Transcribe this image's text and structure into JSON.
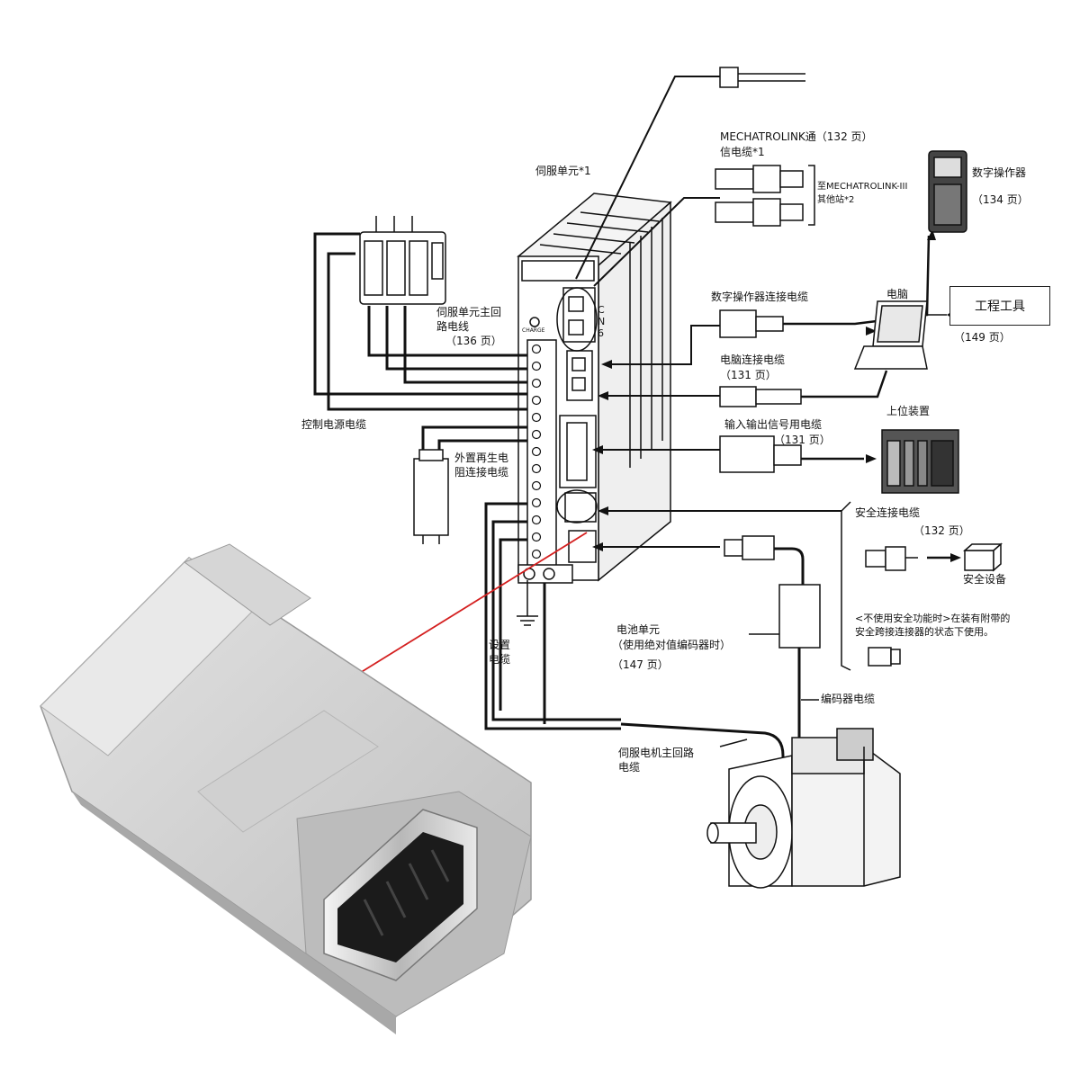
{
  "labels": {
    "servo_unit": "伺服单元*1",
    "mechatrolink": "MECHATROLINK通（132 页）",
    "mechatrolink_2": "信电缆*1",
    "to_mechatrolink_1": "至MECHATROLINK-III",
    "to_mechatrolink_2": "其他站*2",
    "digital_operator": "数字操作器",
    "digital_operator_page": "（134 页）",
    "digital_operator_cable": "数字操作器连接电缆",
    "pc": "电脑",
    "engineering_tool": "工程工具",
    "engineering_tool_page": "（149 页）",
    "pc_cable": "电脑连接电缆",
    "pc_cable_page": "（131 页）",
    "io_cable": "输入输出信号用电缆",
    "io_cable_page": "（131 页）",
    "host_device": "上位装置",
    "main_circuit_1": "伺服单元主回",
    "main_circuit_2": "路电线",
    "main_circuit_page": "（136 页）",
    "control_power_cable": "控制电源电缆",
    "regen_1": "外置再生电",
    "regen_2": "阻连接电缆",
    "safety_cable": "安全连接电缆",
    "safety_cable_page": "（132 页）",
    "safety_device": "安全设备",
    "safety_note_1": "<不使用安全功能时>在装有附带的",
    "safety_note_2": "安全跨接连接器的状态下使用。",
    "battery_1": "电池单元",
    "battery_2": "（使用绝对值编码器时）",
    "battery_page": "（147 页）",
    "setting_cable_1": "设置",
    "setting_cable_2": "电缆",
    "encoder_cable": "编码器电缆",
    "motor_cable_1": "伺服电机主回路",
    "motor_cable_2": "电缆",
    "cn6": "CN6",
    "charge": "CHARGE"
  },
  "colors": {
    "line": "#111111",
    "pointer": "#d42020",
    "connector_body": "#d8d8d8"
  }
}
